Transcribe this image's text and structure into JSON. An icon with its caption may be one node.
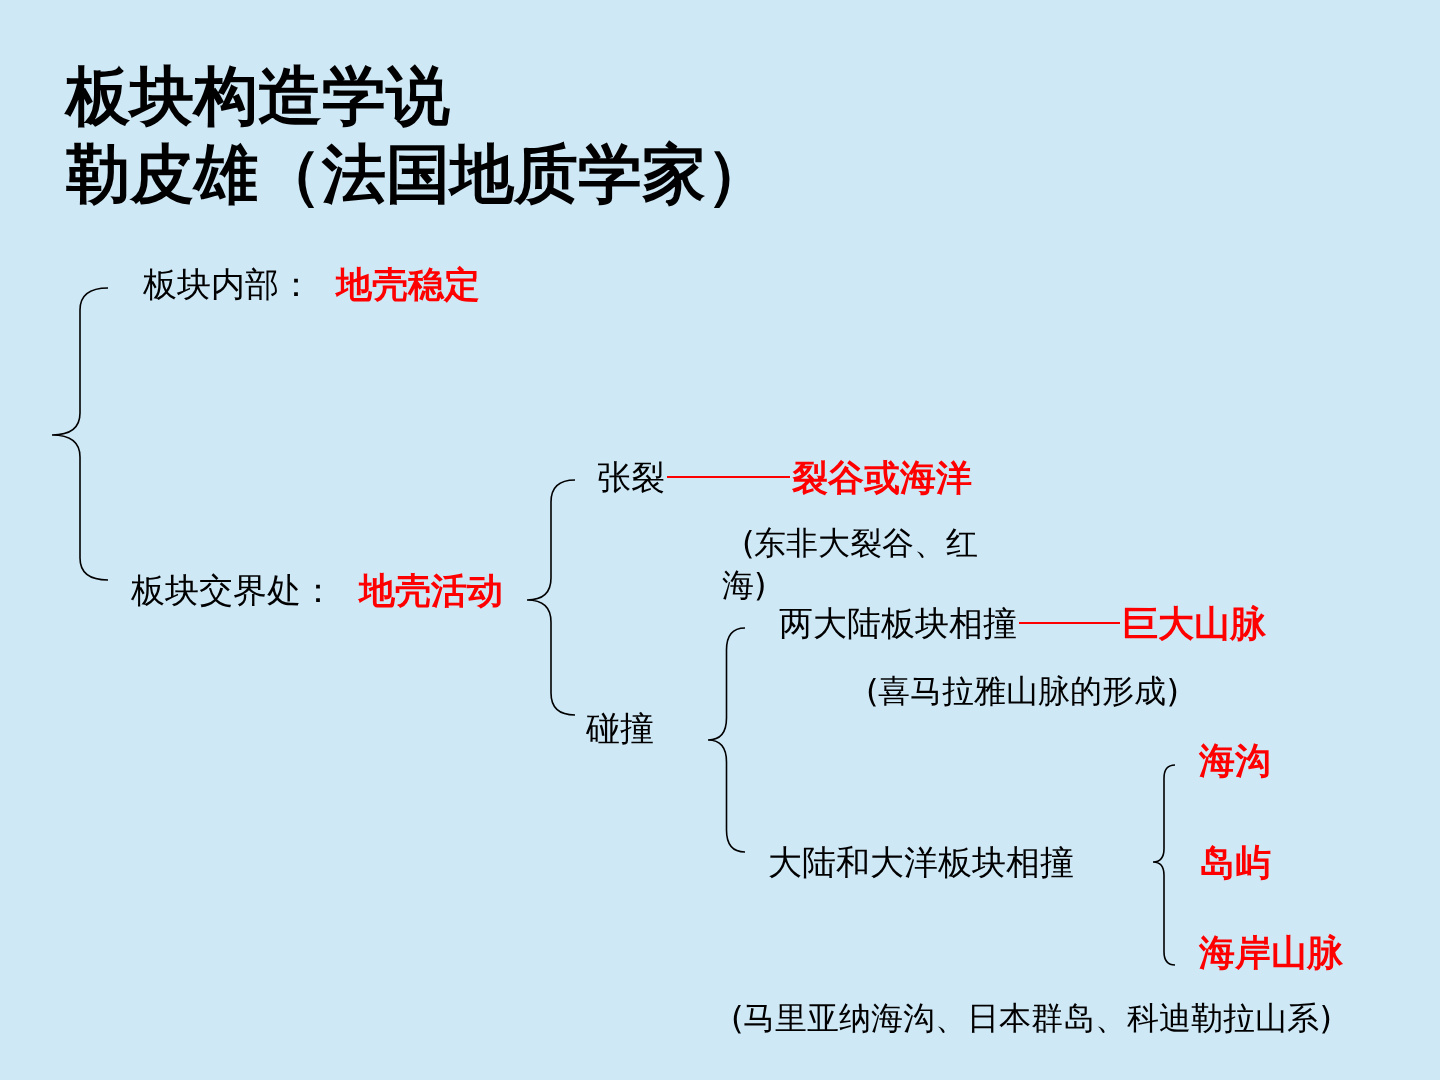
{
  "diagram": {
    "title": "板块构造学说",
    "nodes": [
      {
        "text": [
          "张裂"
        ]
      },
      {
        "text": [
          "裂谷或海洋"
        ]
      },
      {
        "text": [
          "两大陆板块相撞"
        ]
      },
      {
        "text": [
          "巨大山脉"
        ]
      }
    ],
    "edges": [
      {
        "from": 0,
        "to": 1,
        "arrow": "none",
        "color": "#ff0000"
      },
      {
        "from": 2,
        "to": 3,
        "arrow": "none",
        "color": "#ff0000"
      }
    ],
    "labels": [
      "勒皮雄（法国地质学家）",
      "板块内部：",
      "地壳稳定",
      "板块交界处：",
      "地壳活动",
      "(东非大裂谷、红海)",
      "碰撞",
      "(喜马拉雅山脉的形成)",
      "大陆和大洋板块相撞",
      "海沟",
      "岛屿",
      "海岸山脉",
      "(马里亚纳海沟、日本群岛、科迪勒拉山系)"
    ]
  }
}
